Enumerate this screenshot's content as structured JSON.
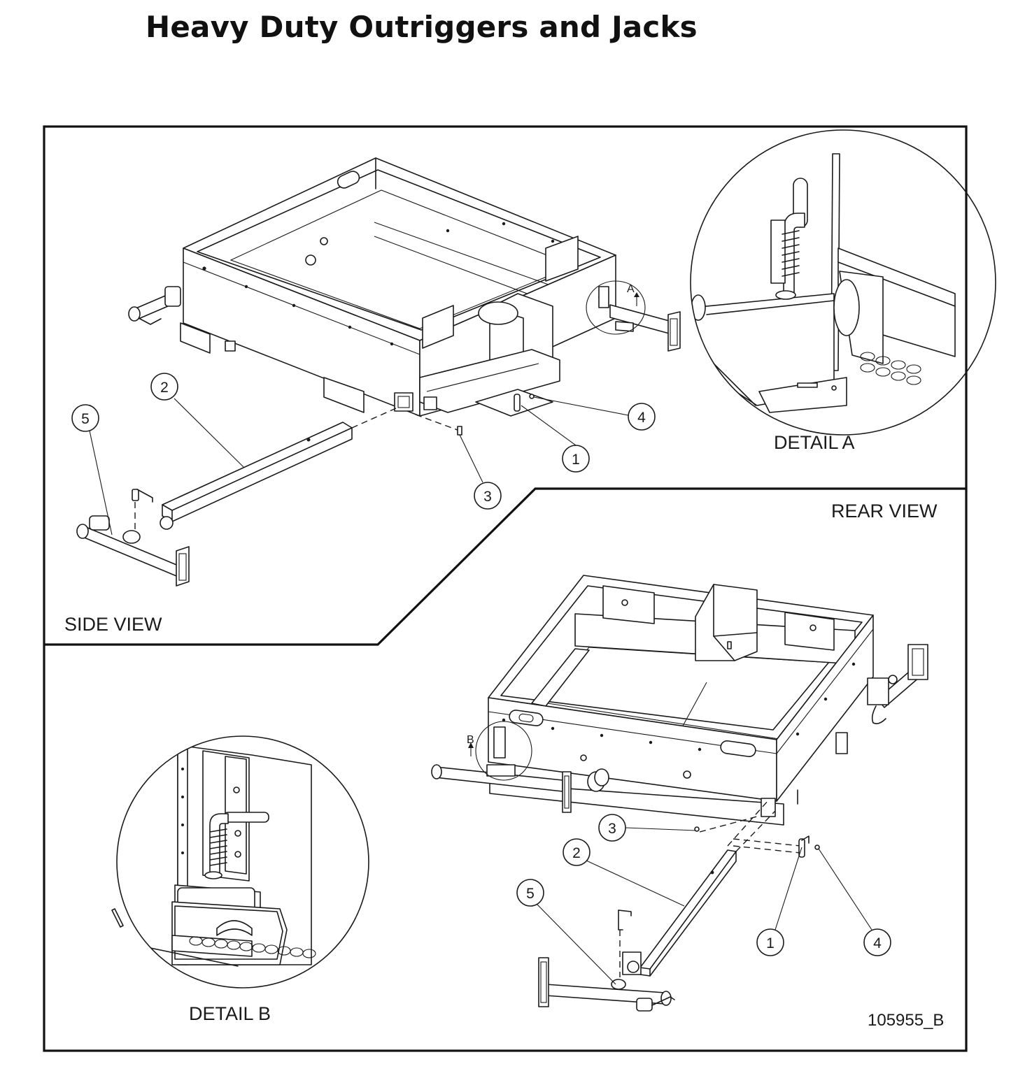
{
  "title": "Heavy Duty Outriggers and Jacks",
  "views": {
    "side": "SIDE VIEW",
    "rear": "REAR VIEW",
    "detail_a": "DETAIL A",
    "detail_b": "DETAIL B"
  },
  "detail_markers": {
    "a": "A",
    "b": "B"
  },
  "callouts": {
    "side": [
      "1",
      "2",
      "3",
      "4",
      "5"
    ],
    "rear": [
      "1",
      "2",
      "3",
      "4",
      "5"
    ]
  },
  "drawing_number": "105955_B"
}
